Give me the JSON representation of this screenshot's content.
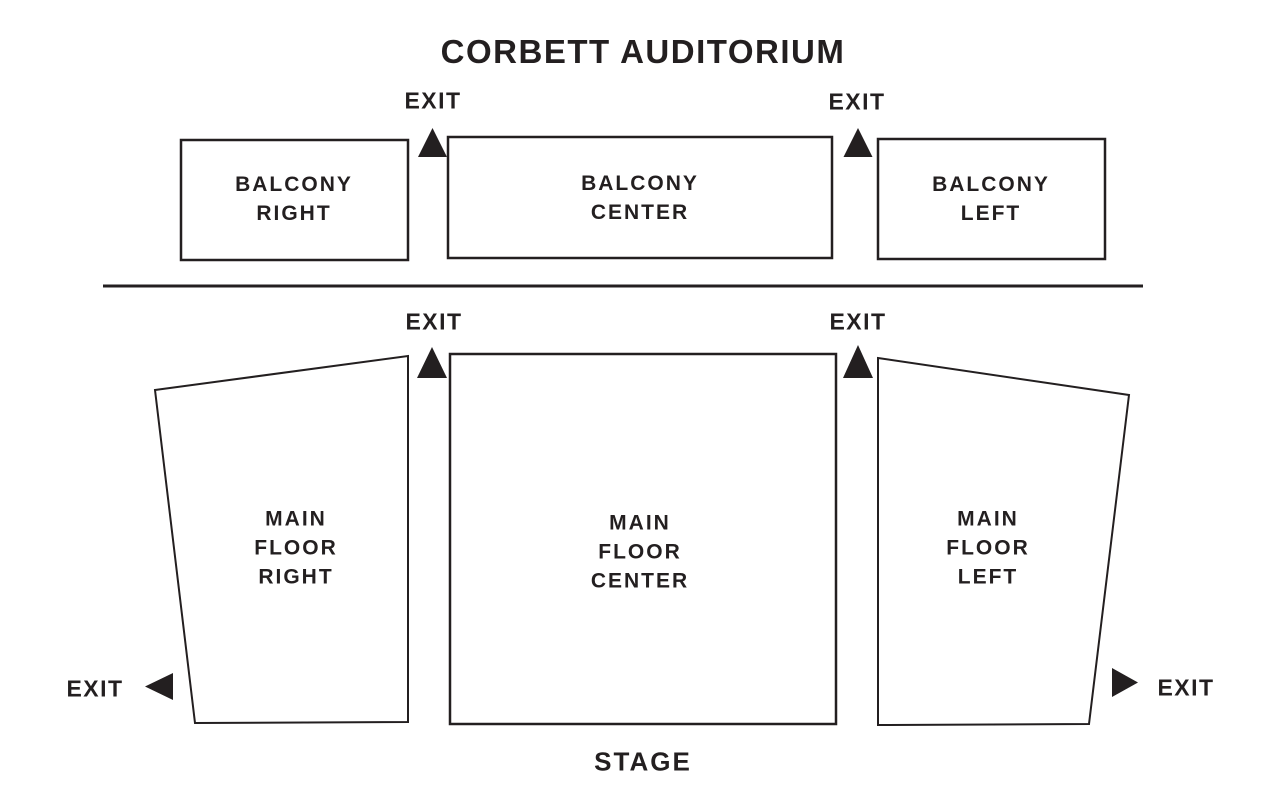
{
  "title": "CORBETT AUDITORIUM",
  "stage_label": "STAGE",
  "exit_label": "EXIT",
  "colors": {
    "ink": "#231f20",
    "background": "#ffffff"
  },
  "sections": {
    "balcony_right": "BALCONY\nRIGHT",
    "balcony_center": "BALCONY\nCENTER",
    "balcony_left": "BALCONY\nLEFT",
    "main_floor_right": "MAIN\nFLOOR\nRIGHT",
    "main_floor_center": "MAIN\nFLOOR\nCENTER",
    "main_floor_left": "MAIN\nFLOOR\nLEFT"
  }
}
